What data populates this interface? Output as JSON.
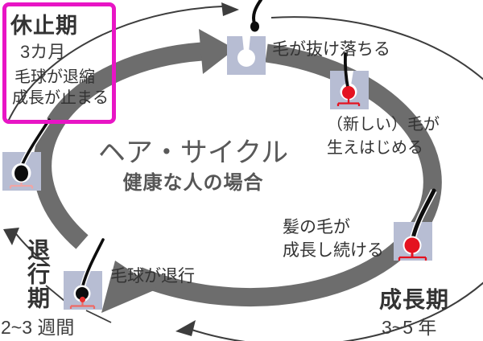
{
  "title": {
    "main": "ヘア・サイクル",
    "sub": "健康な人の場合"
  },
  "phases": {
    "resting": {
      "name": "休止期",
      "duration": "3カ月",
      "note1": "毛球が退縮",
      "note2": "成長が止まる"
    },
    "growth": {
      "name": "成長期",
      "duration": "3~5 年"
    },
    "regression": {
      "name": "退行期",
      "duration": "2~3 週間"
    }
  },
  "annotations": {
    "hair_falls_out": "毛が抜け落ちる",
    "new_hair_line1": "（新しい）毛が",
    "new_hair_line2": "生えはじめる",
    "keeps_growing_line1": "髪の毛が",
    "keeps_growing_line2": "成長し続ける",
    "bulb_regresses": "毛球が退行"
  },
  "icons": {
    "top": "follicle-empty-icon",
    "upper_right": "follicle-new-hair-icon",
    "lower_right": "follicle-growing-hair-icon",
    "lower_left": "follicle-regressing-icon",
    "left": "follicle-club-hair-icon"
  },
  "colors": {
    "band_gray": "#6d6d6d",
    "thin_arrow": "#3d3d3d",
    "icon_background": "#b7bdd3",
    "highlight_box": "#e815c5",
    "bulb_red": "#e41320",
    "papilla_pink": "#f0a5a5",
    "title_gray": "#595959",
    "text": "#333333"
  }
}
